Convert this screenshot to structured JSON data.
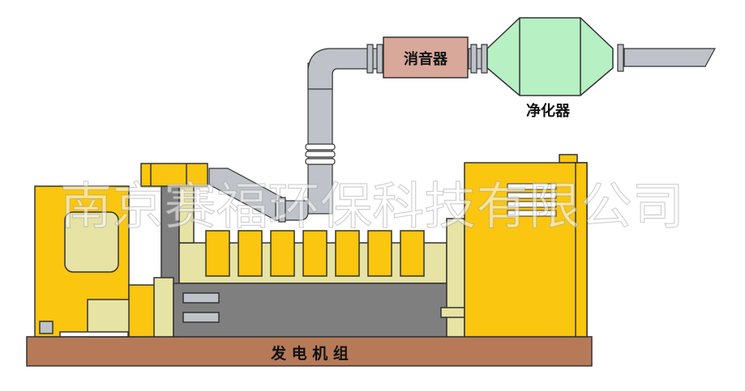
{
  "labels": {
    "muffler": "消音器",
    "purifier": "净化器",
    "generator_set": "发 电 机 组"
  },
  "watermark": "南京赛福环保科技有限公司",
  "colors": {
    "engine_yellow": "#fac60f",
    "engine_cream": "#e6e3a4",
    "engine_gray": "#7f7f7f",
    "pipe_gray": "#bfc3c9",
    "muffler_brown": "#d8a89a",
    "purifier_green": "#b6f0c3",
    "base_brown": "#b77a58"
  }
}
